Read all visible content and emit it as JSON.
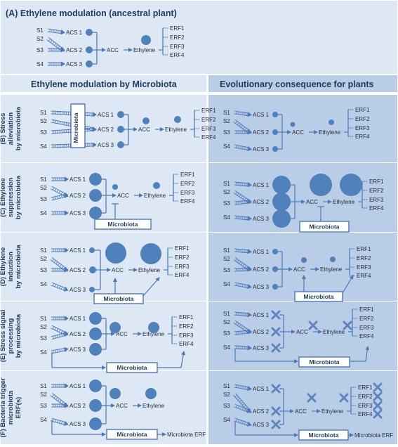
{
  "title": "(A) Ethylene modulation  (ancestral plant)",
  "col_headers": [
    "Ethylene modulation by Microbiota",
    "Evolutionary consequence for plants"
  ],
  "genes": {
    "s": [
      "S1",
      "S2",
      "S3",
      "S4"
    ],
    "acs": [
      "ACS 1",
      "ACS 2",
      "ACS 3"
    ],
    "acc": "ACC",
    "ethylene": "Ethylene",
    "erf": [
      "ERF1",
      "ERF2",
      "ERF3",
      "ERF4"
    ],
    "microbiota": "Microbiota",
    "microbiota_erf": "Microbiota ERF"
  },
  "rows": [
    {
      "label_line1": "(B) Stress",
      "label_line2": "alleviation",
      "label_line3": "by microbiota"
    },
    {
      "label_line1": "(C) Ethylene",
      "label_line2": "suppression",
      "label_line3": "by microbiota"
    },
    {
      "label_line1": "(D) Ethylene",
      "label_line2": "induction",
      "label_line3": "by microbiota"
    },
    {
      "label_line1": "(E) Stress signal",
      "label_line2": "processing",
      "label_line3": "by microbiota"
    },
    {
      "label_line1": "(F) Bacteria trigger",
      "label_line2": "microbiota",
      "label_line3": "ERF(s)"
    }
  ],
  "colors": {
    "node": "#4f81bd",
    "line": "#4a78b8",
    "left_panel": "#dde8f4",
    "right_panel": "#b9cde6",
    "dark_text": "#1f3b5c"
  }
}
